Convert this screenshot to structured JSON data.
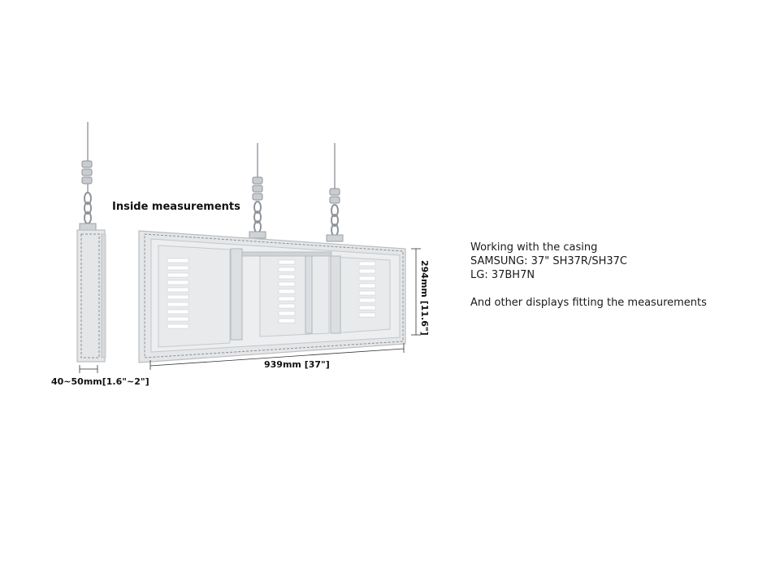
{
  "diagram": {
    "heading": "Inside measurements",
    "depth_label": "40~50mm[1.6\"~2\"]",
    "width_label": "939mm [37\"]",
    "height_label": "294mm [11.6\"]"
  },
  "info": {
    "intro": "Working with the casing",
    "samsung": "SAMSUNG: 37\" SH37R/SH37C",
    "lg": "LG: 37BH7N",
    "other": "And other displays fitting the measurements"
  },
  "colors": {
    "casing": "#e4e6e8",
    "casing_edge": "#b9bdc1",
    "dashed_line": "#8a8f94",
    "text": "#111111"
  }
}
